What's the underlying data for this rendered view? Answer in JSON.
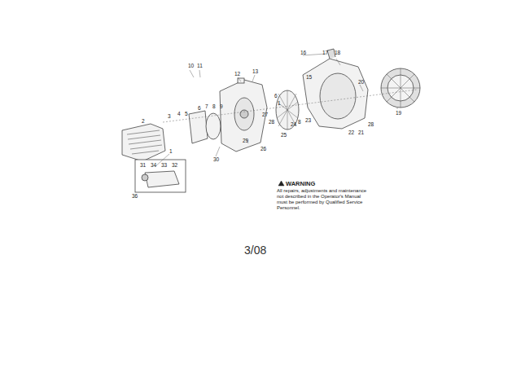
{
  "diagram": {
    "labels": [
      "10",
      "11",
      "12",
      "13",
      "3",
      "4",
      "5",
      "6",
      "7",
      "8",
      "9",
      "2",
      "1",
      "31",
      "34",
      "33",
      "32",
      "36",
      "30",
      "29",
      "27",
      "28",
      "26",
      "6",
      "1",
      "25",
      "24",
      "8",
      "23",
      "16",
      "17",
      "18",
      "15",
      "20",
      "22",
      "21",
      "28",
      "19",
      "WARNING",
      "All repairs, adjustments and maintenance not described in the Operator's Manual must be performed by Qualified Service Personnel.",
      "3/08"
    ]
  }
}
